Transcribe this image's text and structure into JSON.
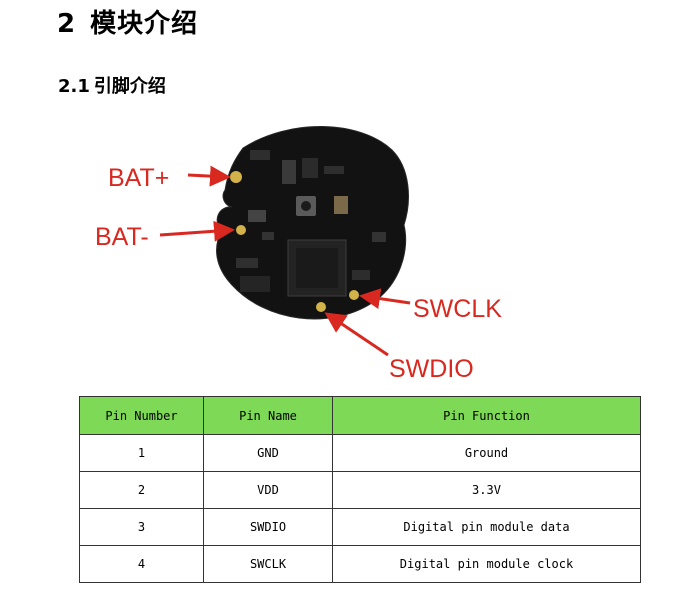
{
  "section": {
    "number": "2",
    "title": "模块介绍"
  },
  "subsection": {
    "number": "2.1",
    "title": "引脚介绍"
  },
  "figure": {
    "labels": {
      "bat_plus": "BAT+",
      "bat_minus": "BAT-",
      "swclk": "SWCLK",
      "swdio": "SWDIO"
    },
    "colors": {
      "arrow": "#d9281f",
      "board": "#121212",
      "pad": "#d4b24a"
    }
  },
  "table": {
    "headers": [
      "Pin Number",
      "Pin Name",
      "Pin Function"
    ],
    "header_color": "#7ed957",
    "rows": [
      [
        "1",
        "GND",
        "Ground"
      ],
      [
        "2",
        "VDD",
        "3.3V"
      ],
      [
        "3",
        "SWDIO",
        "Digital pin module data"
      ],
      [
        "4",
        "SWCLK",
        "Digital pin module clock"
      ]
    ]
  }
}
